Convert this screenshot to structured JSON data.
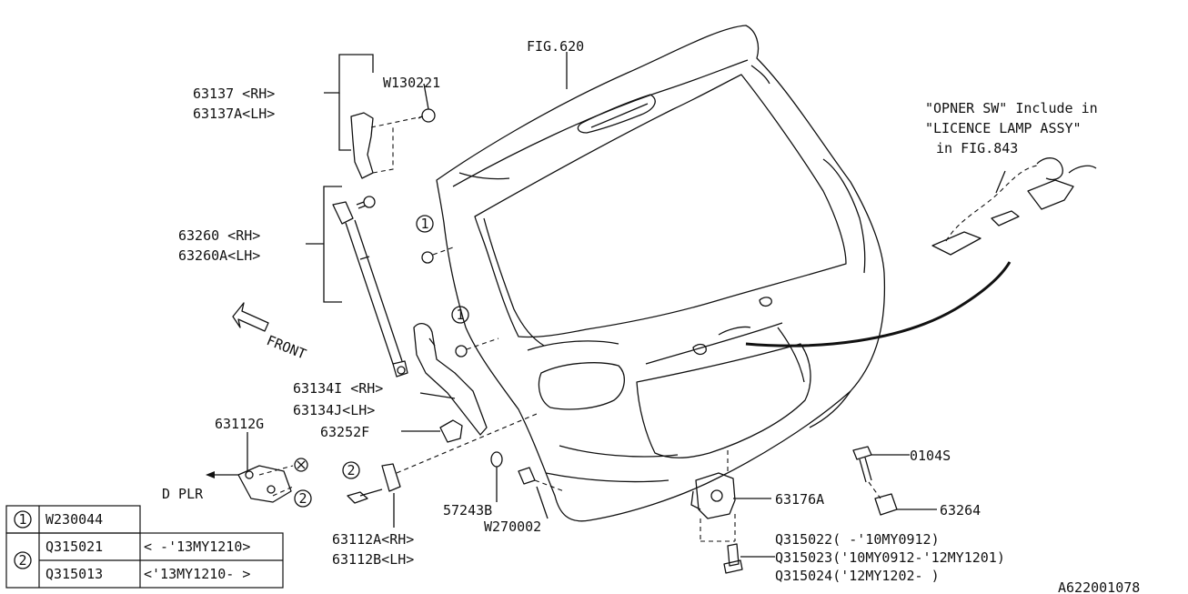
{
  "diagram": {
    "ref_fig620": "FIG.620",
    "w130221": "W130221",
    "p63137": "63137 <RH>",
    "p63137a": "63137A<LH>",
    "p63260": "63260 <RH>",
    "p63260a": "63260A<LH>",
    "front": "FRONT",
    "p63134i": "63134I <RH>",
    "p63134j": "63134J<LH>",
    "p63252f": "63252F",
    "p63112g": "63112G",
    "dplr": "D PLR",
    "p63112a": "63112A<RH>",
    "p63112b": "63112B<LH>",
    "p57243b": "57243B",
    "w270002": "W270002",
    "note1": "\"OPNER SW\" Include in",
    "note2": "\"LICENCE LAMP ASSY\"",
    "note3": "in FIG.843",
    "p0104s": "0104S",
    "p63264": "63264",
    "p63176a": "63176A",
    "q315022": "Q315022( -'10MY0912)",
    "q315023": "Q315023('10MY0912-'12MY1201)",
    "q315024": "Q315024('12MY1202- )",
    "diagram_id": "A622001078",
    "callout_1": "1",
    "callout_2": "2"
  },
  "legend": {
    "r1_num": "1",
    "r1_part": "W230044",
    "r2_num": "2",
    "r2a_part": "Q315021",
    "r2a_range": "< -'13MY1210>",
    "r2b_part": "Q315013",
    "r2b_range": "<'13MY1210- >"
  }
}
